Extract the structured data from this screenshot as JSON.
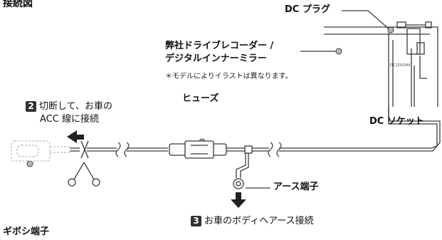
{
  "title": "接続図",
  "callouts": {
    "dc_plug": "DC プラグ",
    "recorder_line1": "弊社ドライブレコーダー /",
    "recorder_line2": "デジタルインナーミラー",
    "illustration_note": "＊モデルによりイラストは異なります。",
    "dc_socket": "DC ソケット",
    "fuse": "ヒューズ",
    "ground_terminal": "アース端子",
    "gibosi_terminal": "ギボシ端子"
  },
  "device_print": "DC12V/24V",
  "steps": [
    {
      "number": "2",
      "line1": "切断して、お車の",
      "line2": "ACC 線に接続"
    },
    {
      "number": "3",
      "text": "お車のボディヘアース接続"
    }
  ],
  "colors": {
    "wire": "#3a3a3a",
    "dot": "#b9b9b9",
    "ghost_outline": "#bdbdbd",
    "step_badge": "#333333"
  }
}
